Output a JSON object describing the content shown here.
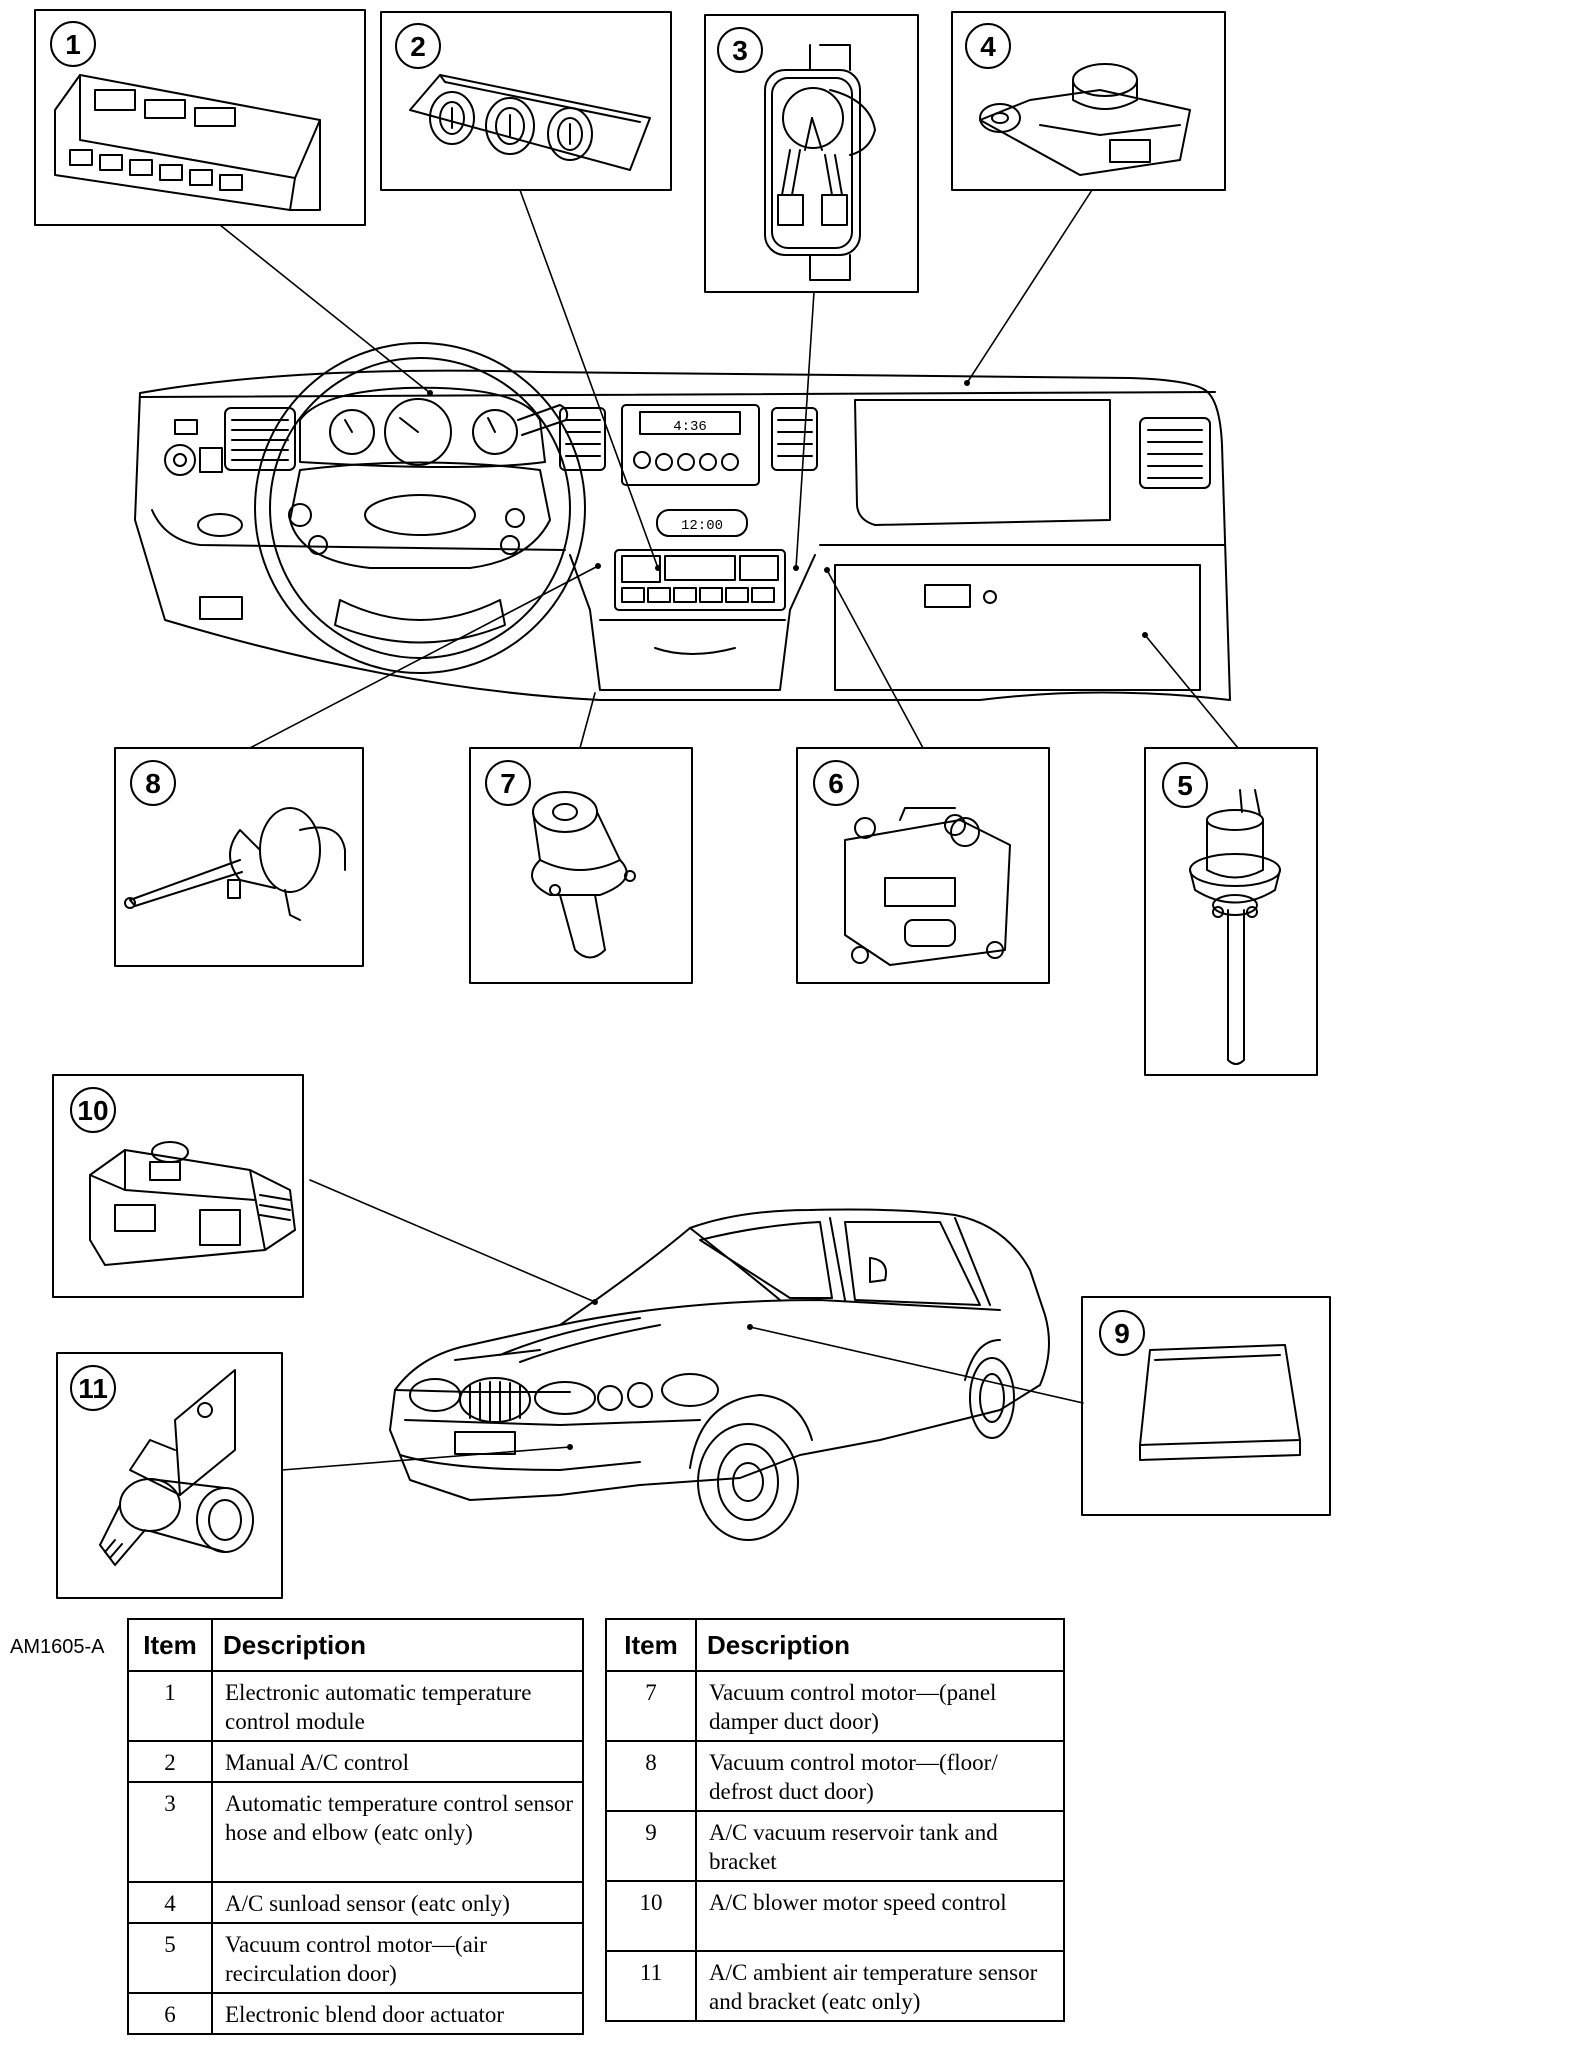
{
  "figure_code": "AM1605-A",
  "callouts": [
    "1",
    "2",
    "3",
    "4",
    "5",
    "6",
    "7",
    "8",
    "9",
    "10",
    "11"
  ],
  "dash_readouts": {
    "radio": "4:36",
    "clock": "12:00"
  },
  "legend": {
    "headers": {
      "item": "Item",
      "description": "Description"
    },
    "left_rows": [
      {
        "item": "1",
        "description": "Electronic automatic temperature control module"
      },
      {
        "item": "2",
        "description": "Manual A/C control"
      },
      {
        "item": "3",
        "description": "Automatic temperature control sensor hose and elbow (eatc only)"
      },
      {
        "item": "4",
        "description": "A/C sunload sensor (eatc only)"
      },
      {
        "item": "5",
        "description": "Vacuum control motor—(air recirculation door)"
      },
      {
        "item": "6",
        "description": "Electronic blend door actuator"
      }
    ],
    "right_rows": [
      {
        "item": "7",
        "description": "Vacuum control motor—(panel damper duct door)"
      },
      {
        "item": "8",
        "description": "Vacuum control motor—(floor/ defrost duct door)"
      },
      {
        "item": "9",
        "description": "A/C vacuum reservoir tank and bracket"
      },
      {
        "item": "10",
        "description": "A/C blower motor speed control"
      },
      {
        "item": "11",
        "description": "A/C ambient air temperature sensor and bracket (eatc only)"
      }
    ]
  }
}
